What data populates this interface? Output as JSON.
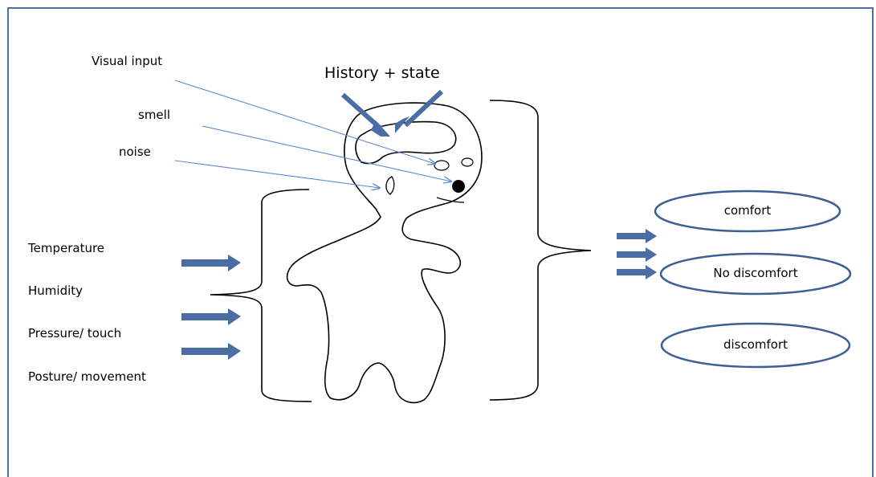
{
  "diagram": {
    "title": "History + state",
    "sensory_inputs": [
      "Visual input",
      "smell",
      "noise"
    ],
    "body_inputs": [
      "Temperature",
      "Humidity",
      "Pressure/ touch",
      "Posture/ movement"
    ],
    "outcomes": [
      "comfort",
      "No discomfort",
      "discomfort"
    ],
    "colors": {
      "arrow": "#4a6da3",
      "line": "#5b8ad0",
      "outline": "#3d5f94",
      "frame": "#4f6fa0"
    }
  }
}
